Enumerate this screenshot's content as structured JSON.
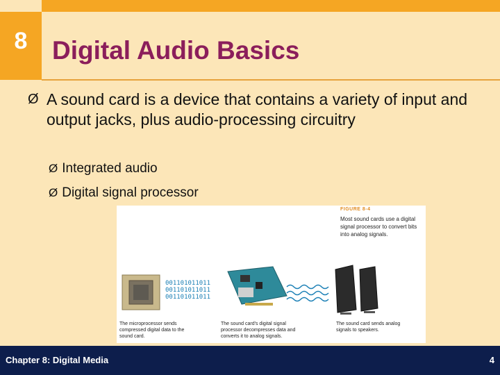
{
  "slide": {
    "chapter_number": "8",
    "title": "Digital Audio Basics",
    "bullet": "A sound card is a device that contains a variety of input and output jacks, plus audio-processing circuitry",
    "sub_bullets": [
      "Integrated audio",
      "Digital signal processor"
    ],
    "bullet_glyph": "Ø"
  },
  "figure": {
    "label": "FIGURE 8-4",
    "caption": "Most sound cards use a digital signal processor to convert bits into analog signals.",
    "captions": [
      "The microprocessor sends compressed digital data to the sound card.",
      "The sound card's digital signal processor decompresses data and converts it to analog signals.",
      "The sound card sends analog signals to speakers."
    ],
    "digital_bits": "001101011011"
  },
  "footer": {
    "left_text": "Chapter 8: Digital Media",
    "page_number": "4"
  },
  "colors": {
    "background": "#FCE6B8",
    "accent_orange": "#F5A623",
    "title": "#8B1E5B",
    "footer": "#0D1E4C"
  }
}
